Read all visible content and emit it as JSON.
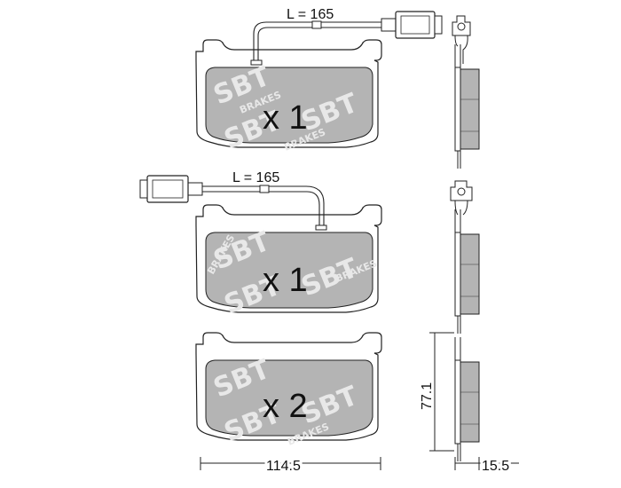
{
  "colors": {
    "pad_fill": "#b4b4b4",
    "line": "#222222",
    "watermark": "#e8e8e8",
    "background": "#ffffff"
  },
  "watermark": {
    "logo": "SBT",
    "sub": "BRAKES"
  },
  "pads": [
    {
      "quantity": "x 1",
      "wire_label": "L = 165"
    },
    {
      "quantity": "x 1",
      "wire_label": "L = 165"
    },
    {
      "quantity": "x 2"
    }
  ],
  "dimensions": {
    "width": "114.5",
    "height": "77.1",
    "thickness": "15.5"
  }
}
